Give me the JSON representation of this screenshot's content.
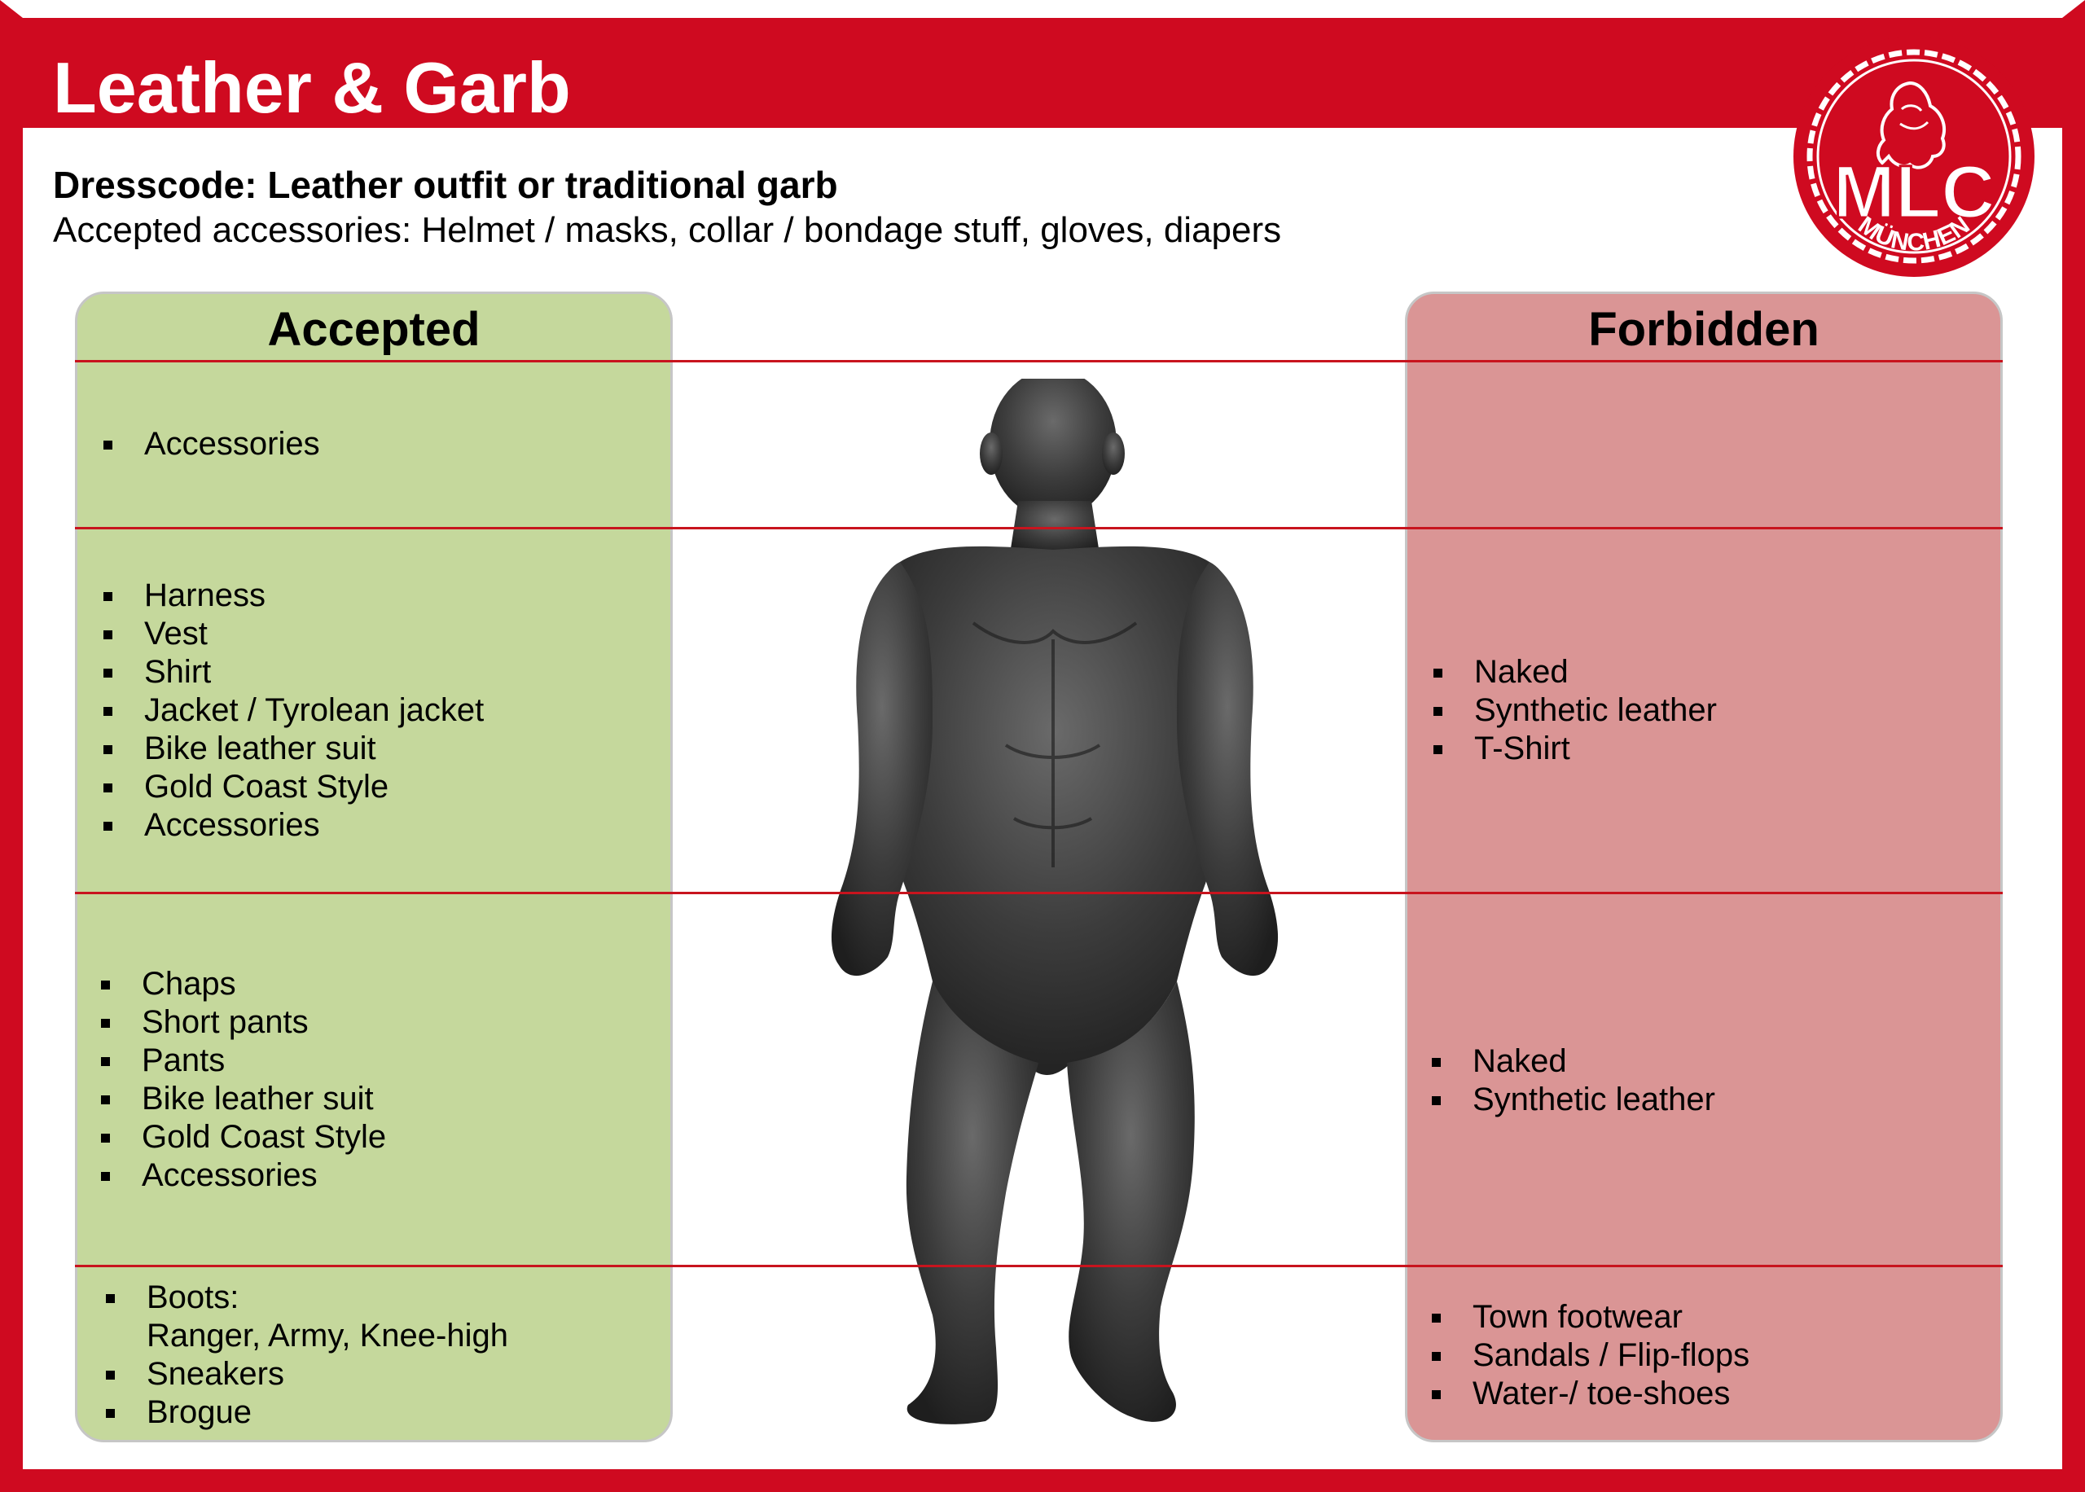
{
  "header": {
    "title": "Leather & Garb",
    "logo_text": "MLC",
    "logo_subtext": "MÜNCHEN"
  },
  "intro": {
    "dresscode": "Dresscode: Leather outfit or traditional garb",
    "accessories": "Accepted accessories: Helmet / masks, collar / bondage stuff, gloves, diapers"
  },
  "colors": {
    "brand_red": "#cf0a20",
    "accepted_bg": "#c5d89c",
    "forbidden_bg": "#da9595",
    "divider": "#c8141e"
  },
  "accepted": {
    "heading": "Accepted",
    "head_items": [
      "Accessories"
    ],
    "torso_items": [
      "Harness",
      "Vest",
      "Shirt",
      "Jacket / Tyrolean jacket",
      "Bike leather suit",
      "Gold Coast Style",
      "Accessories"
    ],
    "legs_items": [
      "Chaps",
      "Short pants",
      "Pants",
      "Bike leather suit",
      "Gold Coast Style",
      "Accessories"
    ],
    "feet_items": [
      "Boots:",
      "Ranger, Army, Knee-high",
      "Sneakers",
      "Brogue"
    ]
  },
  "forbidden": {
    "heading": "Forbidden",
    "torso_items": [
      "Naked",
      "Synthetic leather",
      "T-Shirt"
    ],
    "legs_items": [
      "Naked",
      "Synthetic leather"
    ],
    "feet_items": [
      "Town footwear",
      "Sandals / Flip-flops",
      "Water-/ toe-shoes"
    ]
  }
}
